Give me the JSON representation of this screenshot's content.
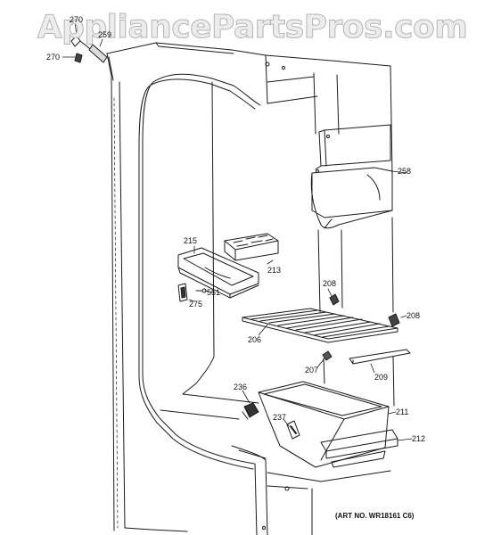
{
  "watermark": "AppliancePartsPros.com",
  "art_number": "(ART NO. WR18161 C6)",
  "callouts": {
    "c270_top": "270",
    "c270_left": "270",
    "c259": "259",
    "c258": "258",
    "c215": "215",
    "c213": "213",
    "c551": "551",
    "c275": "275",
    "c208_left": "208",
    "c208_right": "208",
    "c206": "206",
    "c207": "207",
    "c209": "209",
    "c236": "236",
    "c237": "237",
    "c211": "211",
    "c212": "212"
  }
}
